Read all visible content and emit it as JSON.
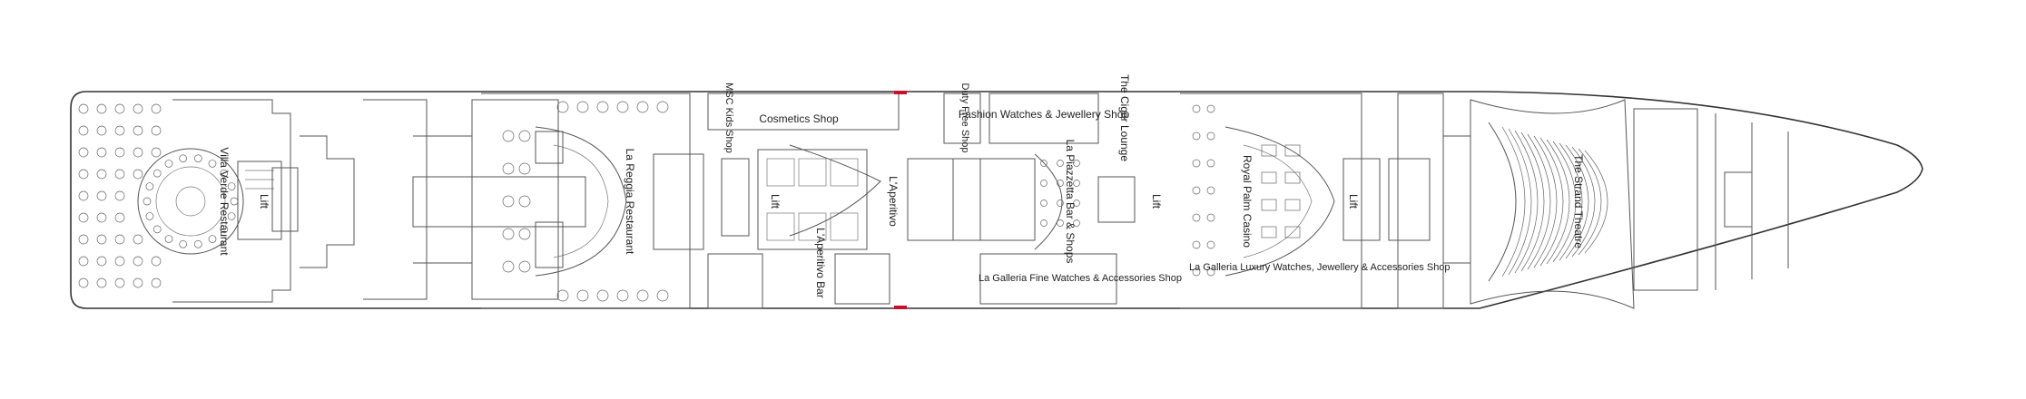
{
  "labels": {
    "villa_verde": "Villa Verde Restaurant",
    "lift": "Lift",
    "la_reggia": "La Reggia Restaurant",
    "msc_kids_shop": "MSC Kids Shop",
    "cosmetics_shop": "Cosmetics Shop",
    "laperitivo_bar": "L'Aperitivo Bar",
    "laperitivo": "L'Aperitivo",
    "duty_free_shop": "Duty Free Shop",
    "fashion_shop": "Fashion Watches & Jewellery Shop",
    "cigar_lounge": "The Cigar Lounge",
    "la_piazzetta": "La Piazzetta Bar & Shops",
    "la_galleria_fine": "La Galleria Fine Watches & Accessories Shop",
    "royal_palm_casino": "Royal Palm Casino",
    "la_galleria_luxury": "La Galleria Luxury Watches, Jewellery & Accessories Shop",
    "strand_theatre": "The Strand Theatre"
  },
  "colors": {
    "fire_door": "#c8102e",
    "outline": "#333333"
  }
}
